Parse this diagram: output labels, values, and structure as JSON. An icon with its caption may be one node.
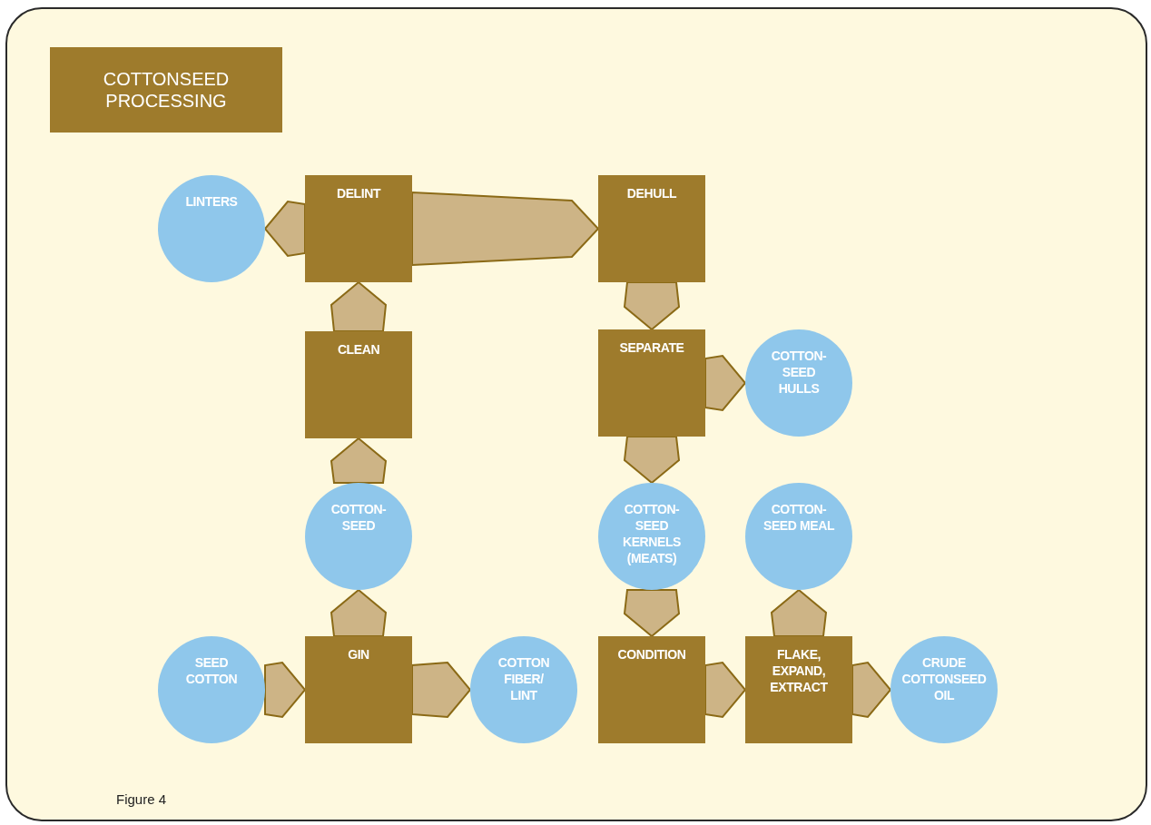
{
  "diagram": {
    "title": "COTTONSEED PROCESSING",
    "caption": "Figure 4",
    "nodes": [
      {
        "text": [
          "DELINT"
        ]
      },
      {
        "text": [
          "LINTERS"
        ]
      },
      {
        "text": [
          "DEHULL"
        ]
      },
      {
        "text": [
          "CLEAN"
        ]
      },
      {
        "text": [
          "SEPARATE"
        ]
      },
      {
        "text": [
          "COTTON-SEED HULLS"
        ]
      },
      {
        "text": [
          "COTTON-SEED"
        ]
      },
      {
        "text": [
          "COTTON-SEED KERNELS (MEATS)"
        ]
      },
      {
        "text": [
          "COTTON-SEED MEAL"
        ]
      },
      {
        "text": [
          "SEED COTTON"
        ]
      },
      {
        "text": [
          "GIN"
        ]
      },
      {
        "text": [
          "COTTON FIBER/ LINT"
        ]
      },
      {
        "text": [
          "CONDITION"
        ]
      },
      {
        "text": [
          "FLAKE, EXPAND, EXTRACT"
        ]
      },
      {
        "text": [
          "CRUDE COTTONSEED OIL"
        ]
      }
    ],
    "edges": [
      {
        "from": 9,
        "to": 10,
        "arrow": "to"
      },
      {
        "from": 10,
        "to": 11,
        "arrow": "to"
      },
      {
        "from": 10,
        "to": 6,
        "arrow": "to"
      },
      {
        "from": 6,
        "to": 3,
        "arrow": "to"
      },
      {
        "from": 3,
        "to": 0,
        "arrow": "to"
      },
      {
        "from": 0,
        "to": 1,
        "arrow": "to"
      },
      {
        "from": 0,
        "to": 2,
        "arrow": "to"
      },
      {
        "from": 2,
        "to": 4,
        "arrow": "to"
      },
      {
        "from": 4,
        "to": 5,
        "arrow": "to"
      },
      {
        "from": 4,
        "to": 7,
        "arrow": "to"
      },
      {
        "from": 7,
        "to": 12,
        "arrow": "to"
      },
      {
        "from": 12,
        "to": 13,
        "arrow": "to"
      },
      {
        "from": 13,
        "to": 8,
        "arrow": "to"
      },
      {
        "from": 13,
        "to": 14,
        "arrow": "to"
      }
    ]
  }
}
